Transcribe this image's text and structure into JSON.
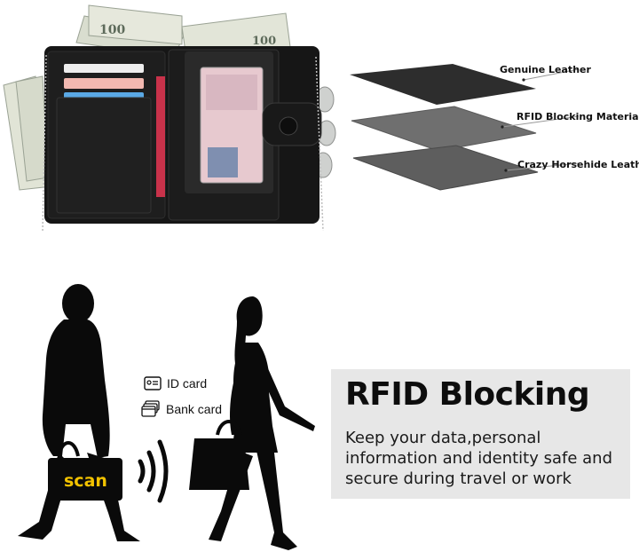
{
  "layers": [
    {
      "label": "Genuine Leather",
      "color": "#2d2d2d"
    },
    {
      "label": "RFID Blocking Material",
      "color": "#6f6f6f"
    },
    {
      "label": "Crazy Horsehide Leather",
      "color": "#5e5e5e"
    }
  ],
  "card_types": [
    {
      "label": "ID card",
      "icon": "id-card-icon"
    },
    {
      "label": "Bank card",
      "icon": "bank-card-icon"
    }
  ],
  "bag_label": "scan",
  "panel": {
    "title": "RFID Blocking",
    "line1": "Keep your data,personal",
    "line2": "information and identity safe and",
    "line3": "secure during travel or work"
  },
  "banknote_text": "100",
  "colors": {
    "accent_yellow": "#f2c200",
    "panel_bg": "#e7e7e7",
    "silhouette": "#0a0a0a"
  }
}
